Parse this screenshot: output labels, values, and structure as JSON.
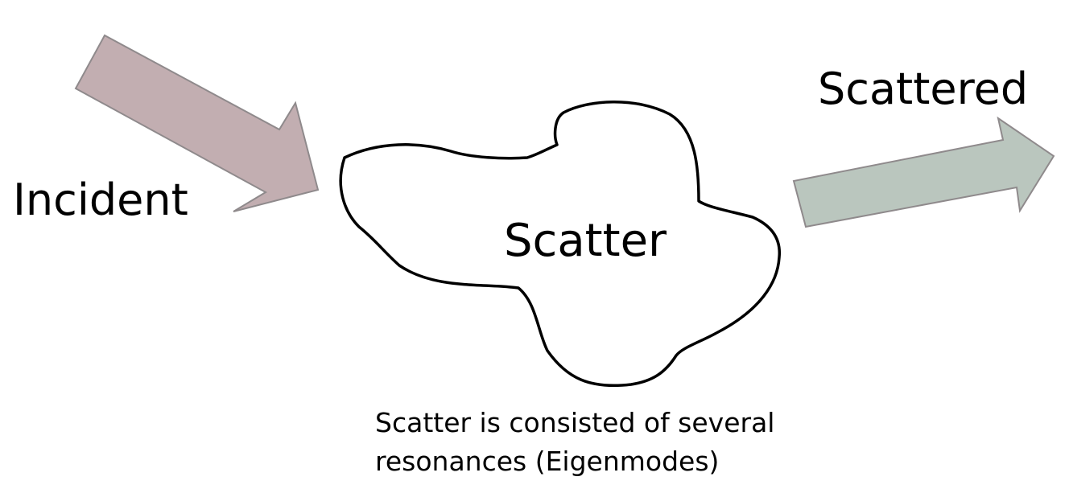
{
  "labels": {
    "incident": "Incident",
    "scattered": "Scattered",
    "scatter": "Scatter"
  },
  "caption": {
    "line1": "Scatter is consisted of several",
    "line2": "resonances (Eigenmodes)"
  },
  "colors": {
    "incident_arrow": "#c2aeb1",
    "scattered_arrow": "#bac6be",
    "arrow_stroke": "#8f8a8c",
    "blob_stroke": "#000000"
  }
}
